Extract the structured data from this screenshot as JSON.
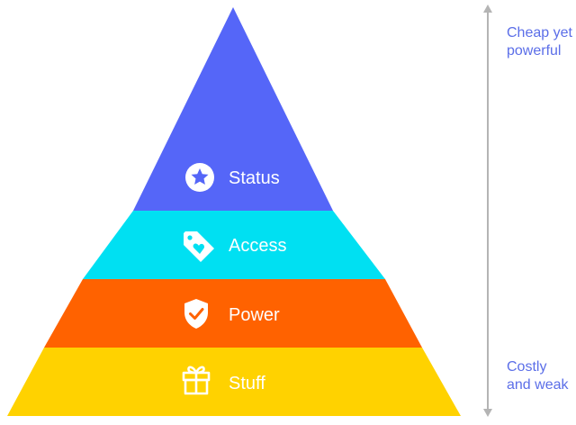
{
  "diagram": {
    "tiers": [
      {
        "label": "Status",
        "icon": "star-badge-icon",
        "color": "#5566f8"
      },
      {
        "label": "Access",
        "icon": "heart-tag-icon",
        "color": "#00e0f2"
      },
      {
        "label": "Power",
        "icon": "shield-check-icon",
        "color": "#ff6200"
      },
      {
        "label": "Stuff",
        "icon": "gift-icon",
        "color": "#ffd200"
      }
    ],
    "scale": {
      "top_label": "Cheap yet\npowerful",
      "bottom_label": "Costly\nand weak",
      "arrow_color": "#b4b4b4",
      "text_color": "#5b6ee8"
    }
  }
}
